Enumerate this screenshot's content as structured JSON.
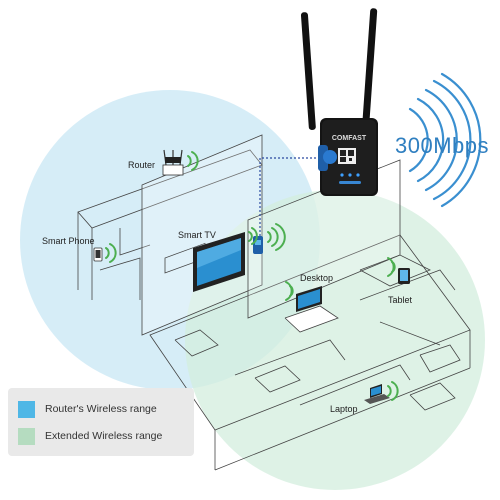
{
  "product": {
    "brand": "COMFAST",
    "speed": "300Mbps"
  },
  "devices": {
    "router": "Router",
    "smart_phone": "Smart Phone",
    "smart_tv": "Smart TV",
    "desktop": "Desktop",
    "tablet": "Tablet",
    "laptop": "Laptop"
  },
  "legend": {
    "items": [
      {
        "label": "Router's Wireless range",
        "color": "#4fb7e6"
      },
      {
        "label": "Extended Wireless range",
        "color": "#b5dcc0"
      }
    ]
  },
  "colors": {
    "router_range": "#cfeaf6",
    "extended_range": "#d3eedd",
    "speed_text": "#2f7fc0",
    "wifi_green": "#4caf50",
    "link_dotted": "#2b4aa0"
  }
}
